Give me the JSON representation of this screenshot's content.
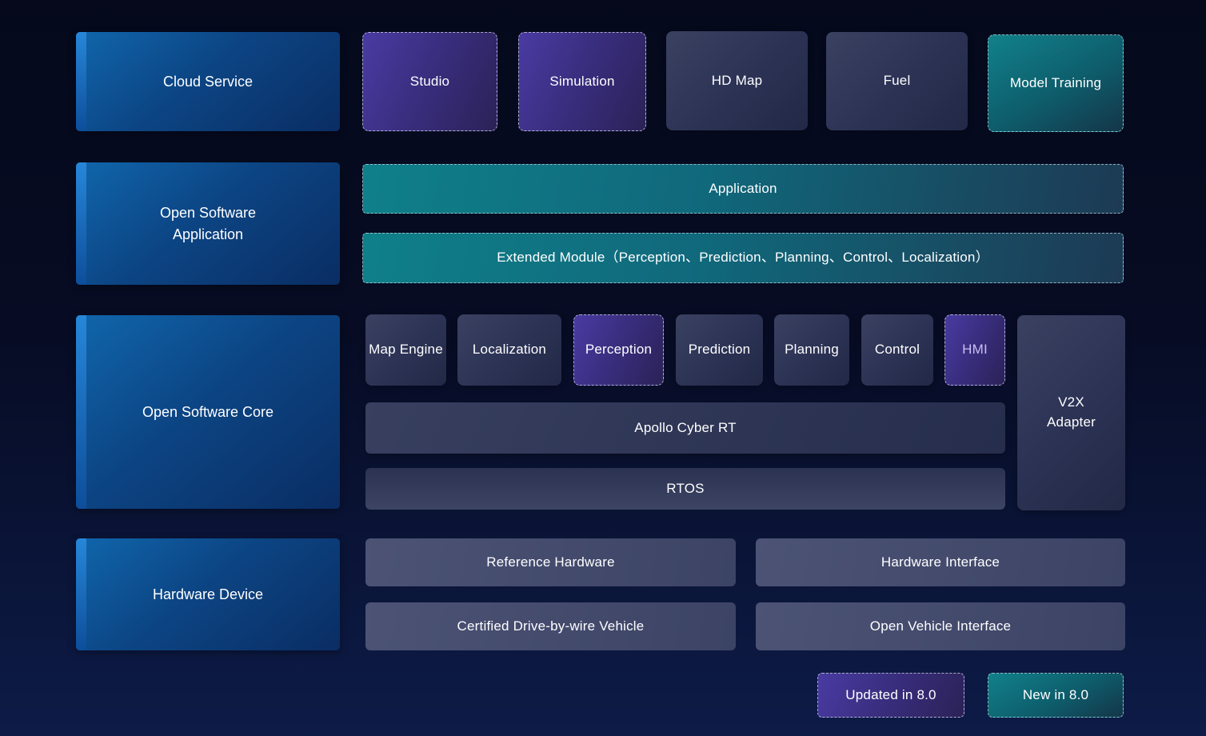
{
  "colors": {
    "background_top": "#05091b",
    "background_bottom": "#0d1b47",
    "category_blue": "#0c4584",
    "category_accent_blue": "#2787d8",
    "updated_purple": "#3f3190",
    "new_teal": "#0f808a",
    "module_slate": "#323a59",
    "hardware_slate": "#454d6e",
    "hmi_text": "#c9bff0",
    "label_text": "#ffffff"
  },
  "categories": {
    "cloud_service": "Cloud Service",
    "open_software_application": "Open Software Application",
    "open_software_core": "Open Software Core",
    "hardware_device": "Hardware Device"
  },
  "cloud": {
    "studio": "Studio",
    "simulation": "Simulation",
    "hd_map": "HD Map",
    "fuel": "Fuel",
    "model_training": "Model Training"
  },
  "application": {
    "application": "Application",
    "extended_module": "Extended Module（Perception、Prediction、Planning、Control、Localization）"
  },
  "core": {
    "map_engine": "Map Engine",
    "localization": "Localization",
    "perception": "Perception",
    "prediction": "Prediction",
    "planning": "Planning",
    "control": "Control",
    "hmi": "HMI",
    "apollo_cyber_rt": "Apollo Cyber RT",
    "rtos": "RTOS",
    "v2x_adapter": "V2X Adapter"
  },
  "hardware": {
    "reference_hardware": "Reference Hardware",
    "hardware_interface": "Hardware Interface",
    "certified_drive_by_wire_vehicle": "Certified Drive-by-wire Vehicle",
    "open_vehicle_interface": "Open Vehicle Interface"
  },
  "legend": {
    "updated": "Updated in 8.0",
    "new": "New in 8.0"
  }
}
